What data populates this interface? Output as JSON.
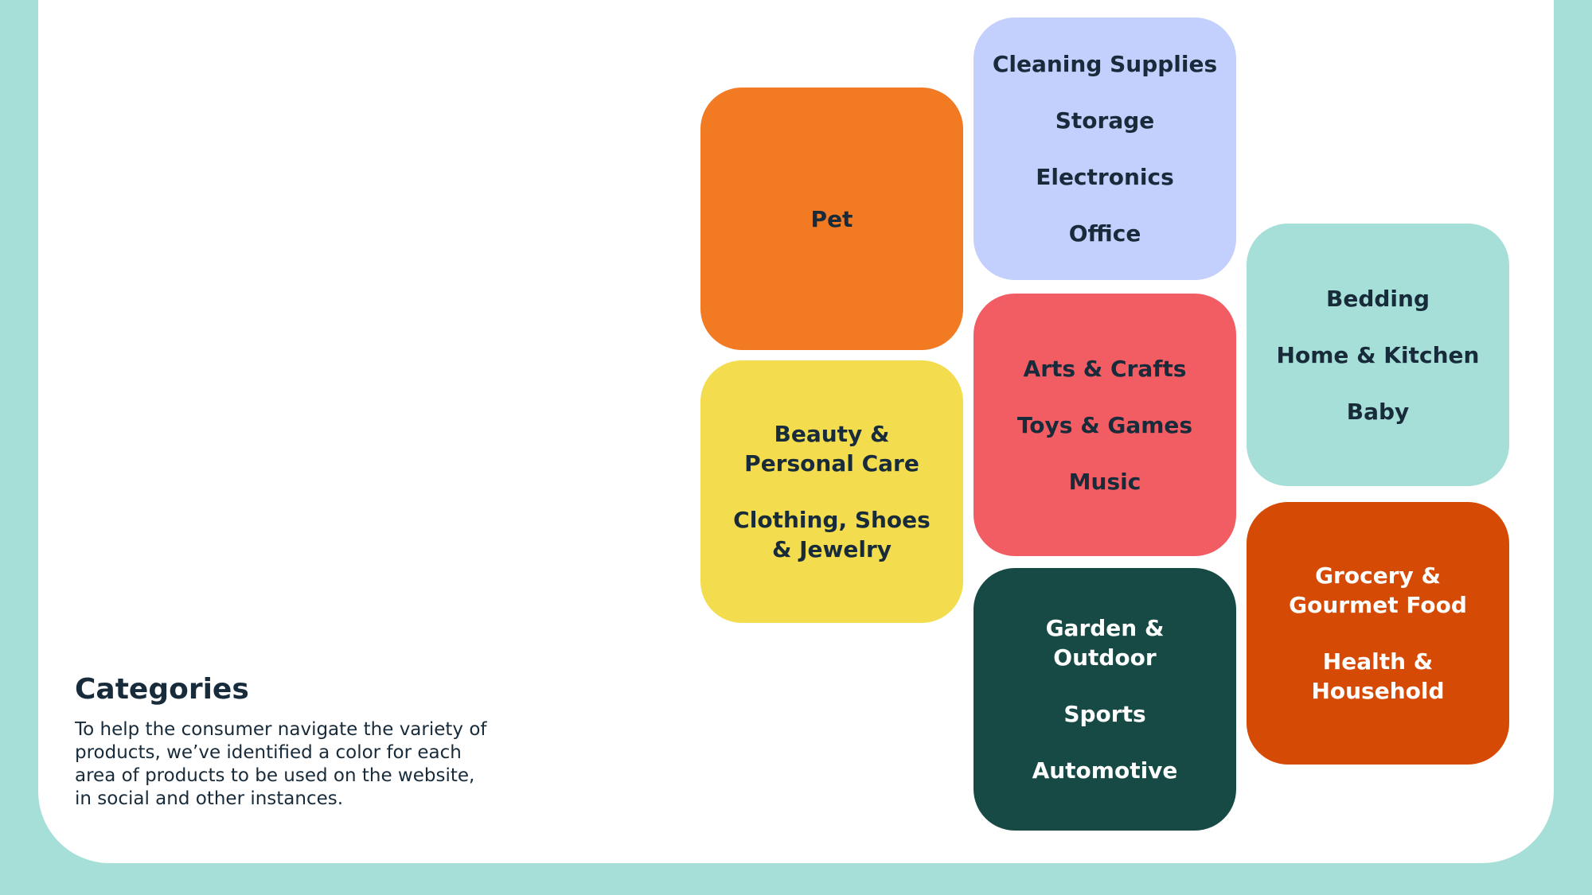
{
  "categories_section": {
    "title": "Categories",
    "description": "To help the consumer navigate the variety of products, we’ve identified a color for each area of products to be used on the website, in social and other instances."
  },
  "tiles": [
    {
      "id": "pet",
      "color": "#f17a23",
      "text_color": "#182b3a",
      "items": [
        "Pet"
      ]
    },
    {
      "id": "office-electronics",
      "color": "#c3cffc",
      "text_color": "#182b3a",
      "items": [
        "Cleaning Supplies",
        "Storage",
        "Electronics",
        "Office"
      ]
    },
    {
      "id": "home",
      "color": "#a6ded8",
      "text_color": "#182b3a",
      "items": [
        "Bedding",
        "Home & Kitchen",
        "Baby"
      ]
    },
    {
      "id": "beauty-clothing",
      "color": "#f3dd4e",
      "text_color": "#182b3a",
      "items": [
        "Beauty &\nPersonal Care",
        "Clothing, Shoes\n& Jewelry"
      ]
    },
    {
      "id": "arts-toys-music",
      "color": "#f25c63",
      "text_color": "#182b3a",
      "items": [
        "Arts & Crafts",
        "Toys & Games",
        "Music"
      ]
    },
    {
      "id": "grocery-health",
      "color": "#d54a05",
      "text_color": "#ffffff",
      "items": [
        "Grocery &\nGourmet Food",
        "Health &\nHousehold"
      ]
    },
    {
      "id": "garden-sports-auto",
      "color": "#174a45",
      "text_color": "#ffffff",
      "items": [
        "Garden &\nOutdoor",
        "Sports",
        "Automotive"
      ]
    }
  ]
}
